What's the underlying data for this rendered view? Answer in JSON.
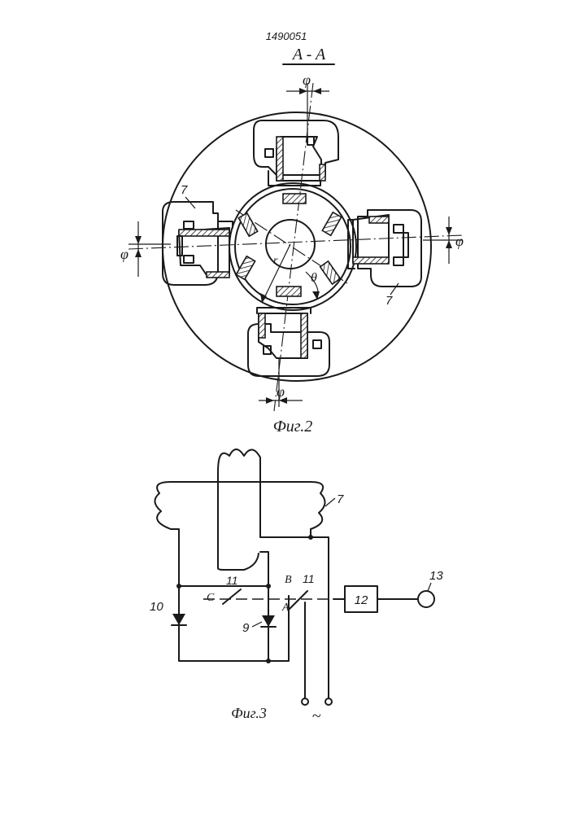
{
  "patent_number": "1490051",
  "section_label": "A - A",
  "fig2": {
    "caption": "Фuг.2",
    "labels": {
      "phi": "φ",
      "theta": "θ",
      "r": "r",
      "coil": "7"
    }
  },
  "fig3": {
    "caption": "Фuг.3",
    "labels": {
      "coil": "7",
      "contact": "11",
      "c": "C",
      "b": "B",
      "a": "A",
      "diode_left": "10",
      "diode_right": "9",
      "block": "12",
      "lamp": "13",
      "ac": "~"
    }
  }
}
